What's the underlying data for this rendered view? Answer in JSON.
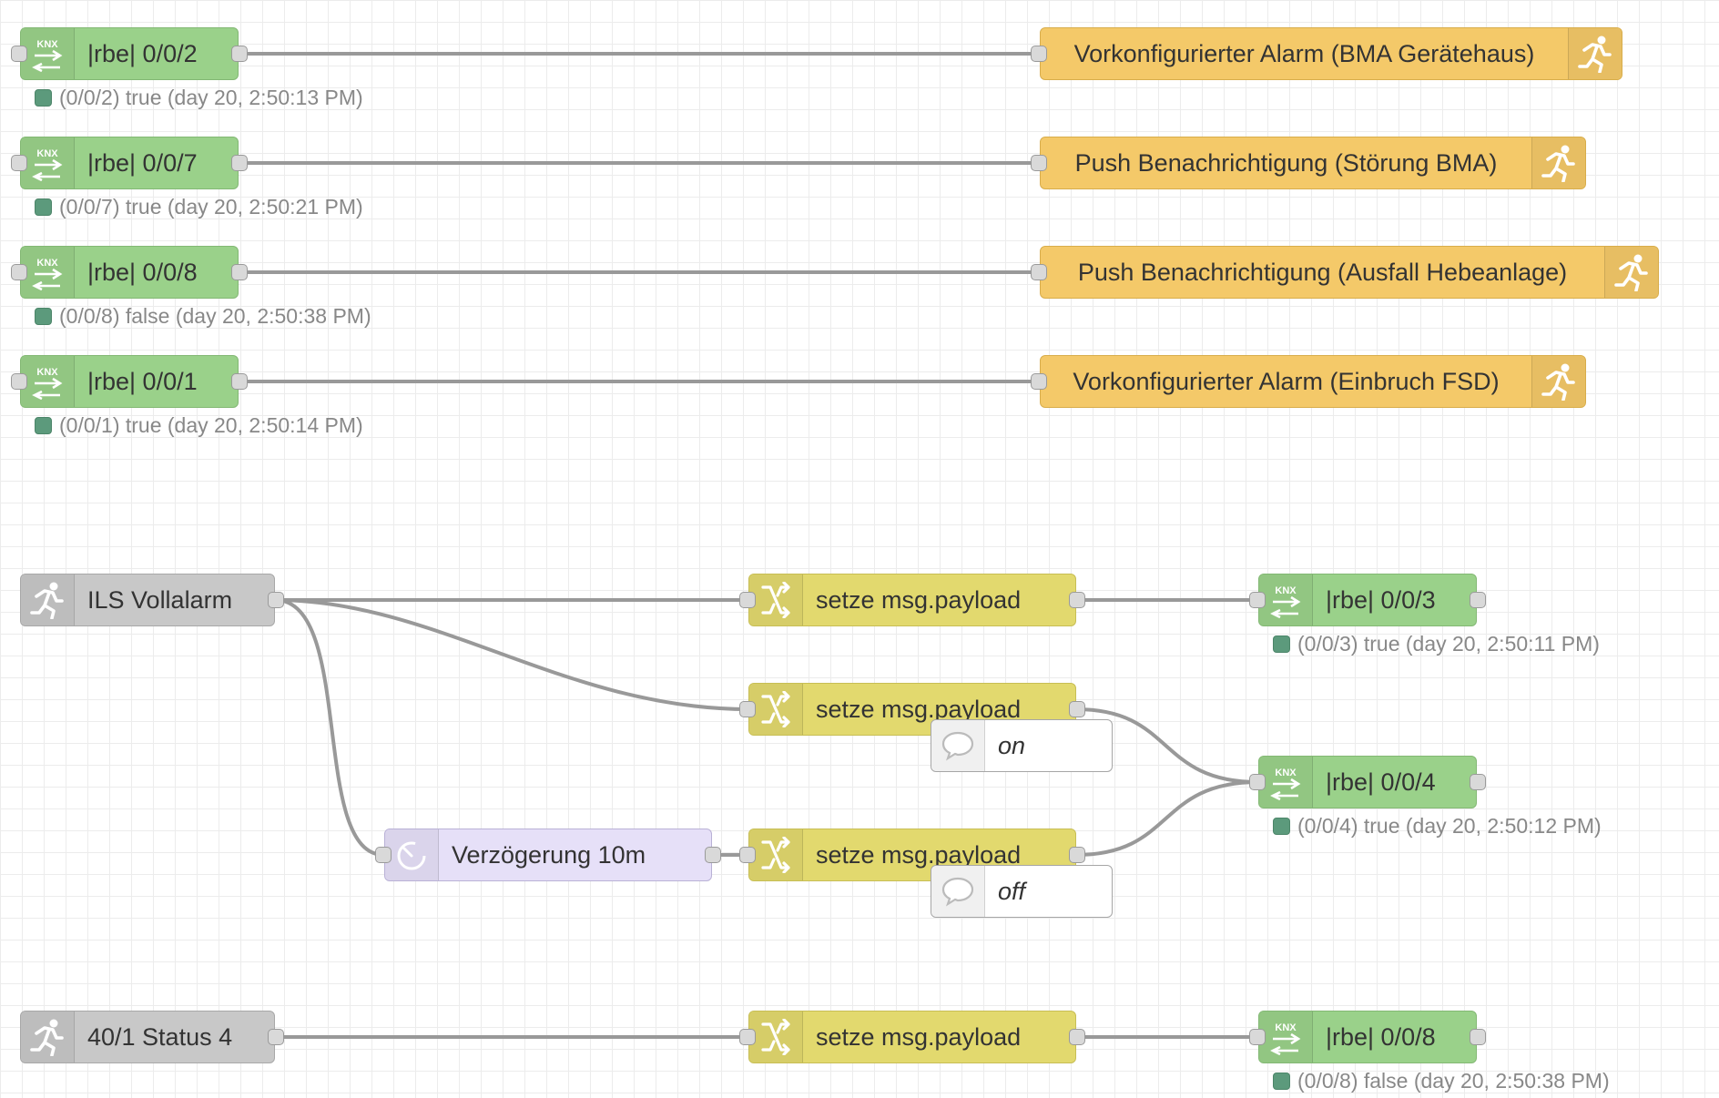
{
  "knx_inputs": [
    {
      "label": "|rbe| 0/0/2",
      "status": "(0/0/2) true (day 20, 2:50:13 PM)",
      "status_color": "#5c9a7c"
    },
    {
      "label": "|rbe| 0/0/7",
      "status": "(0/0/7) true (day 20, 2:50:21 PM)",
      "status_color": "#5c9a7c"
    },
    {
      "label": "|rbe| 0/0/8",
      "status": "(0/0/8) false (day 20, 2:50:38 PM)",
      "status_color": "#5c9a7c"
    },
    {
      "label": "|rbe| 0/0/1",
      "status": "(0/0/1) true (day 20, 2:50:14 PM)",
      "status_color": "#5c9a7c"
    }
  ],
  "alarm_outputs": [
    {
      "label": "Vorkonfigurierter Alarm (BMA Gerätehaus)"
    },
    {
      "label": "Push Benachrichtigung (Störung BMA)"
    },
    {
      "label": "Push Benachrichtigung (Ausfall Hebeanlage)"
    },
    {
      "label": "Vorkonfigurierter Alarm (Einbruch FSD)"
    }
  ],
  "alarm_triggers": [
    {
      "label": "ILS Vollalarm"
    },
    {
      "label": "40/1 Status 4"
    }
  ],
  "change_nodes": [
    {
      "label": "setze msg.payload"
    },
    {
      "label": "setze msg.payload"
    },
    {
      "label": "setze msg.payload"
    },
    {
      "label": "setze msg.payload"
    }
  ],
  "delay_node": {
    "label": "Verzögerung 10m"
  },
  "comments": [
    {
      "label": "on"
    },
    {
      "label": "off"
    }
  ],
  "knx_outputs": [
    {
      "label": "|rbe| 0/0/3",
      "status": "(0/0/3) true (day 20, 2:50:11 PM)"
    },
    {
      "label": "|rbe| 0/0/4",
      "status": "(0/0/4) true (day 20, 2:50:12 PM)"
    },
    {
      "label": "|rbe| 0/0/8",
      "status": "(0/0/8) false (day 20, 2:50:38 PM)"
    }
  ],
  "colors": {
    "knx": "#9ad18a",
    "alarm": "#f4c969",
    "trigger": "#c8c8c8",
    "change": "#e2d96e",
    "delay": "#e6e0f8",
    "status_dot": "#5c9a7c",
    "wire": "#999999"
  },
  "icons": {
    "knx": "knx-icon",
    "alarm": "running-person-icon",
    "change": "shuffle-icon",
    "delay": "timer-icon",
    "comment": "speech-bubble-icon"
  }
}
